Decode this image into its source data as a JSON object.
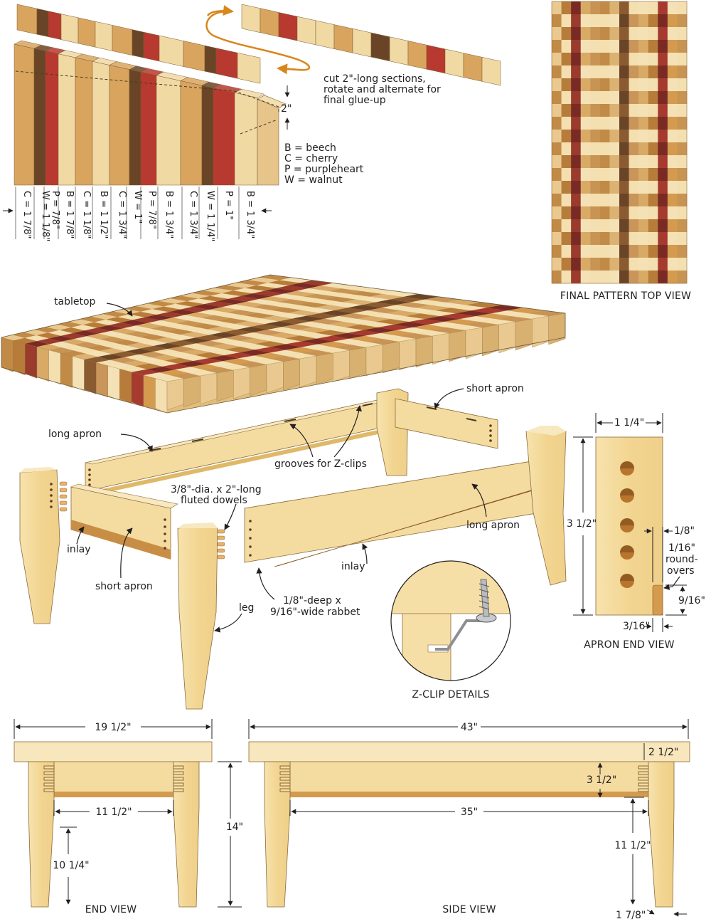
{
  "colors": {
    "beech": "#e9c98f",
    "cherry": "#b9773d",
    "purpleheart": "#a8332e",
    "walnut": "#5d3c22",
    "pine": "#f3dca1",
    "pine_dark": "#e3c47c",
    "arrow": "#d8871c"
  },
  "strip": {
    "cut_note_line1": "cut 2\"-long sections,",
    "cut_note_line2": "rotate and alternate for",
    "cut_note_line3": "final glue-up",
    "height_dim": "2\"",
    "legend": [
      "B = beech",
      "C = cherry",
      "P = purpleheart",
      "W = walnut"
    ],
    "widths": [
      "C = 1 7/8\"",
      "W = 1 1/8\"",
      "P = 7/8\"",
      "B = 1 7/8\"",
      "C = 1 1/8\"",
      "B = 1 1/2\"",
      "C = 1 3/4\"",
      "W = 1\"",
      "P = 7/8\"",
      "B = 1 3/4\"",
      "C = 1 3/4\"",
      "W = 1 1/4\"",
      "P = 1\"",
      "B = 1 3/4\""
    ]
  },
  "final_pattern": {
    "caption": "FINAL PATTERN TOP VIEW"
  },
  "assembly": {
    "tabletop": "tabletop",
    "long_apron_left": "long apron",
    "short_apron_right": "short apron",
    "grooves": "grooves for Z-clips",
    "dowels_line1": "3/8\"-dia. x 2\"-long",
    "dowels_line2": "fluted dowels",
    "inlay_left": "inlay",
    "short_apron_left": "short apron",
    "long_apron_front": "long apron",
    "inlay_front": "inlay",
    "rabbet_line1": "1/8\"-deep x",
    "rabbet_line2": "9/16\"-wide rabbet",
    "leg": "leg"
  },
  "zclip": {
    "caption": "Z-CLIP DETAILS"
  },
  "apron_end": {
    "caption": "APRON END VIEW",
    "width": "1 1/4\"",
    "height": "3 1/2\"",
    "inlay_depth": "1/8\"",
    "roundover_line1": "1/16\"",
    "roundover_line2": "round-",
    "roundover_line3": "overs",
    "inlay_height": "9/16\"",
    "inlay_width": "3/16\""
  },
  "end_view": {
    "caption": "END VIEW",
    "overall": "19 1/2\"",
    "between": "11 1/2\"",
    "leg_height": "10 1/4\"",
    "table_height": "14\""
  },
  "side_view": {
    "caption": "SIDE VIEW",
    "overall": "43\"",
    "top_thick": "2 1/2\"",
    "apron_h": "3 1/2\"",
    "between": "35\"",
    "leg_h": "11 1/2\"",
    "leg_w": "1 7/8\""
  }
}
